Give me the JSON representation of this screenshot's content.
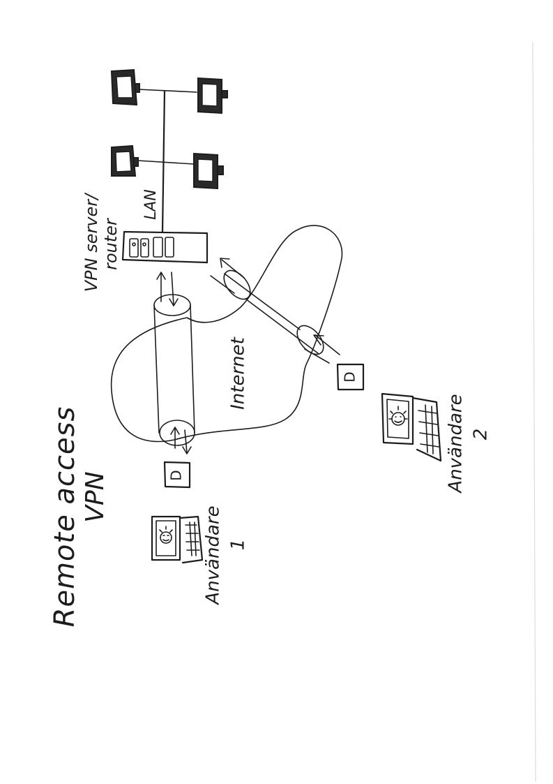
{
  "diagram": {
    "title": {
      "line1": "Remote access",
      "line2": "VPN"
    },
    "server_label": {
      "line1": "VPN server/",
      "line2": "router"
    },
    "lan_label": "LAN",
    "internet_label": "Internet",
    "user1_label": {
      "line1": "Användare",
      "line2": "1"
    },
    "user2_label": {
      "line1": "Användare",
      "line2": "2"
    },
    "vpn_client_1": "D",
    "vpn_client_2": "D",
    "icons": [
      "monitor-icon",
      "server-icon",
      "laptop-icon",
      "cloud-icon",
      "tunnel-icon"
    ]
  }
}
